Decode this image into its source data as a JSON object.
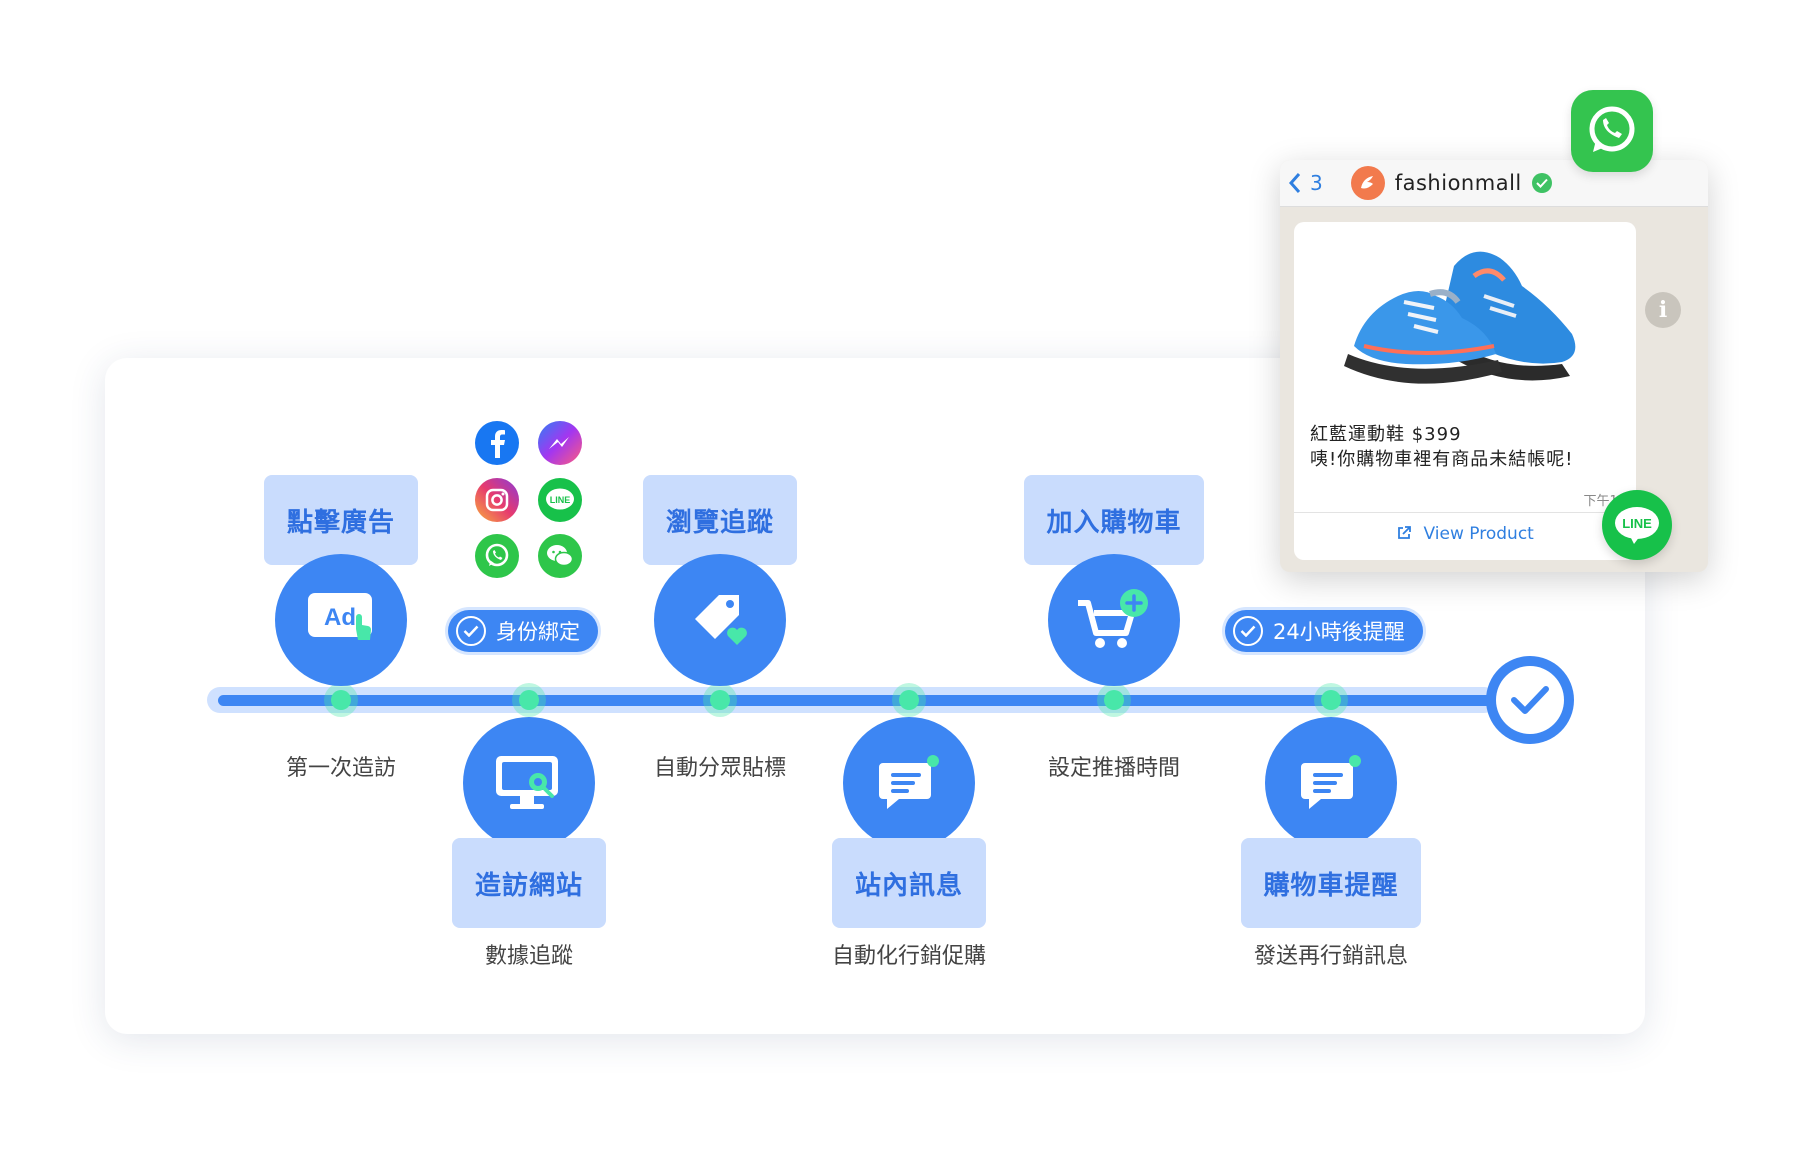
{
  "badges": {
    "identity": "身份綁定",
    "reminder": "24小時後提醒"
  },
  "steps": [
    {
      "title": "點擊廣告",
      "subtitle": "第一次造訪"
    },
    {
      "title": "造訪網站",
      "subtitle": "數據追蹤"
    },
    {
      "title": "瀏覽追蹤",
      "subtitle": "自動分眾貼標"
    },
    {
      "title": "站內訊息",
      "subtitle": "自動化行銷促購"
    },
    {
      "title": "加入購物車",
      "subtitle": "設定推播時間"
    },
    {
      "title": "購物車提醒",
      "subtitle": "發送再行銷訊息"
    }
  ],
  "ad_icon_text": "Ad",
  "social_icons": [
    "facebook-icon",
    "messenger-icon",
    "instagram-icon",
    "line-icon",
    "whatsapp-icon",
    "wechat-icon"
  ],
  "chat": {
    "back_count": "3",
    "name": "fashionmall",
    "product_line": "紅藍運動鞋 $399",
    "message_line": "咦!你購物車裡有商品未結帳呢!",
    "time": "下午12",
    "link_label": "View Product",
    "line_logo": "LINE"
  },
  "colors": {
    "primary": "#3d86f3",
    "accent": "#48e7a9",
    "label_bg": "#c9dcfd",
    "whatsapp": "#34c44f",
    "line": "#17c14a"
  }
}
